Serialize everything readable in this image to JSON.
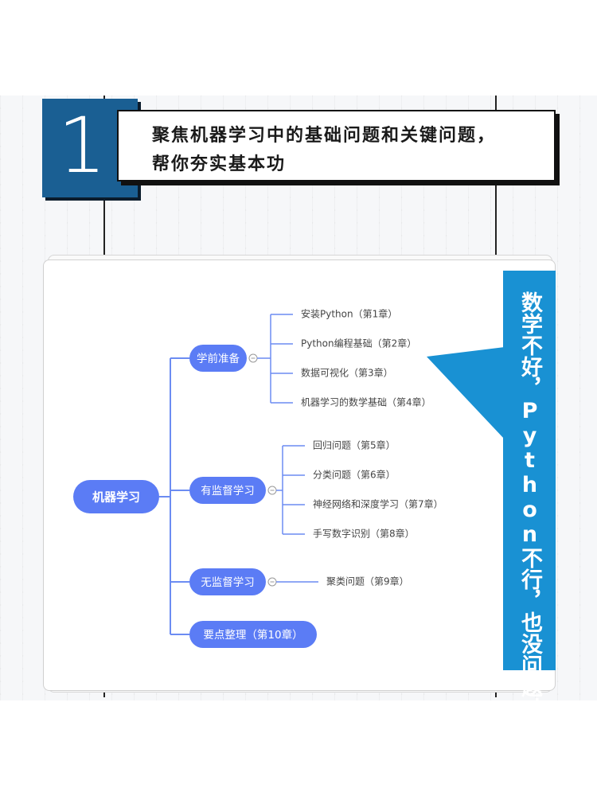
{
  "header": {
    "number": "1",
    "line1": "聚焦机器学习中的基础问题和关键问题，",
    "line2": "帮你夯实基本功"
  },
  "mindmap": {
    "root": "机器学习",
    "branches": [
      {
        "label": "学前准备",
        "children": [
          "安装Python（第1章）",
          "Python编程基础（第2章）",
          "数据可视化（第3章）",
          "机器学习的数学基础（第4章）"
        ]
      },
      {
        "label": "有监督学习",
        "children": [
          "回归问题（第5章）",
          "分类问题（第6章）",
          "神经网络和深度学习（第7章）",
          "手写数字识别（第8章）"
        ]
      },
      {
        "label": "无监督学习",
        "children": [
          "聚类问题（第9章）"
        ]
      },
      {
        "label": "要点整理（第10章）",
        "children": []
      }
    ]
  },
  "callout": {
    "text": "数学不好，Python不行，也没问题！"
  },
  "colors": {
    "brand_blue": "#1a5f93",
    "node_blue": "#5b7cf5",
    "line_blue": "#6c8cf2",
    "callout_blue": "#1991d3"
  }
}
